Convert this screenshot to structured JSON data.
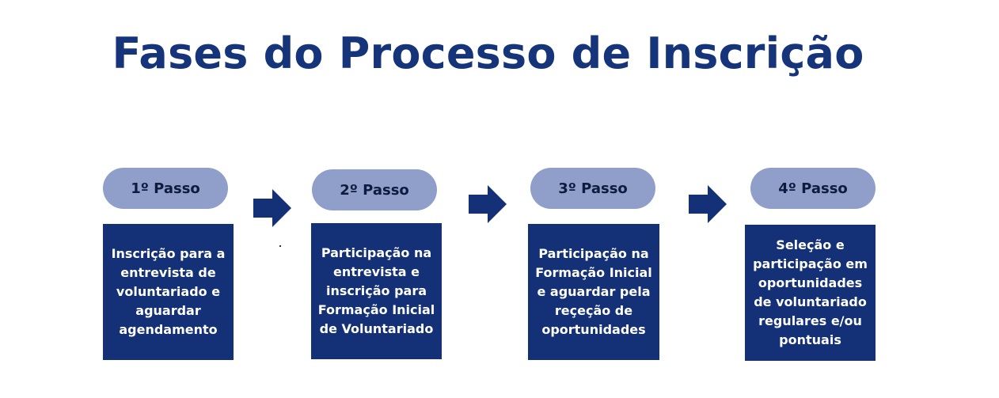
{
  "title": "Fases do Processo de Inscrição",
  "colors": {
    "title": "#16347a",
    "pill": "#8f9fca",
    "box": "#143178",
    "arrow": "#143178"
  },
  "steps": [
    {
      "label": "1º Passo",
      "text": "Inscrição para a entrevista de voluntariado e aguardar agendamento"
    },
    {
      "label": "2º Passo",
      "text": "Participação na entrevista e inscrição para Formação Inicial de Voluntariado"
    },
    {
      "label": "3º Passo",
      "text": "Participação na Formação Inicial e aguardar pela reçeção de oportunidades"
    },
    {
      "label": "4º Passo",
      "text": "Seleção e participação em oportunidades de voluntariado regulares e/ou pontuais"
    }
  ]
}
